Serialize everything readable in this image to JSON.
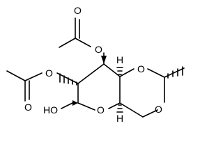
{
  "molecule": {
    "atoms": {
      "o_acetyl_top": "O",
      "o_carbonyl_top": "O",
      "o_acetyl_left": "O",
      "o_carbonyl_left": "O",
      "o_hydroxyl": "HO",
      "o_ring_pyran": "O",
      "o_dioxane_upper": "O",
      "o_dioxane_lower": "O",
      "h_upper": "H",
      "h_lower": "H"
    }
  }
}
